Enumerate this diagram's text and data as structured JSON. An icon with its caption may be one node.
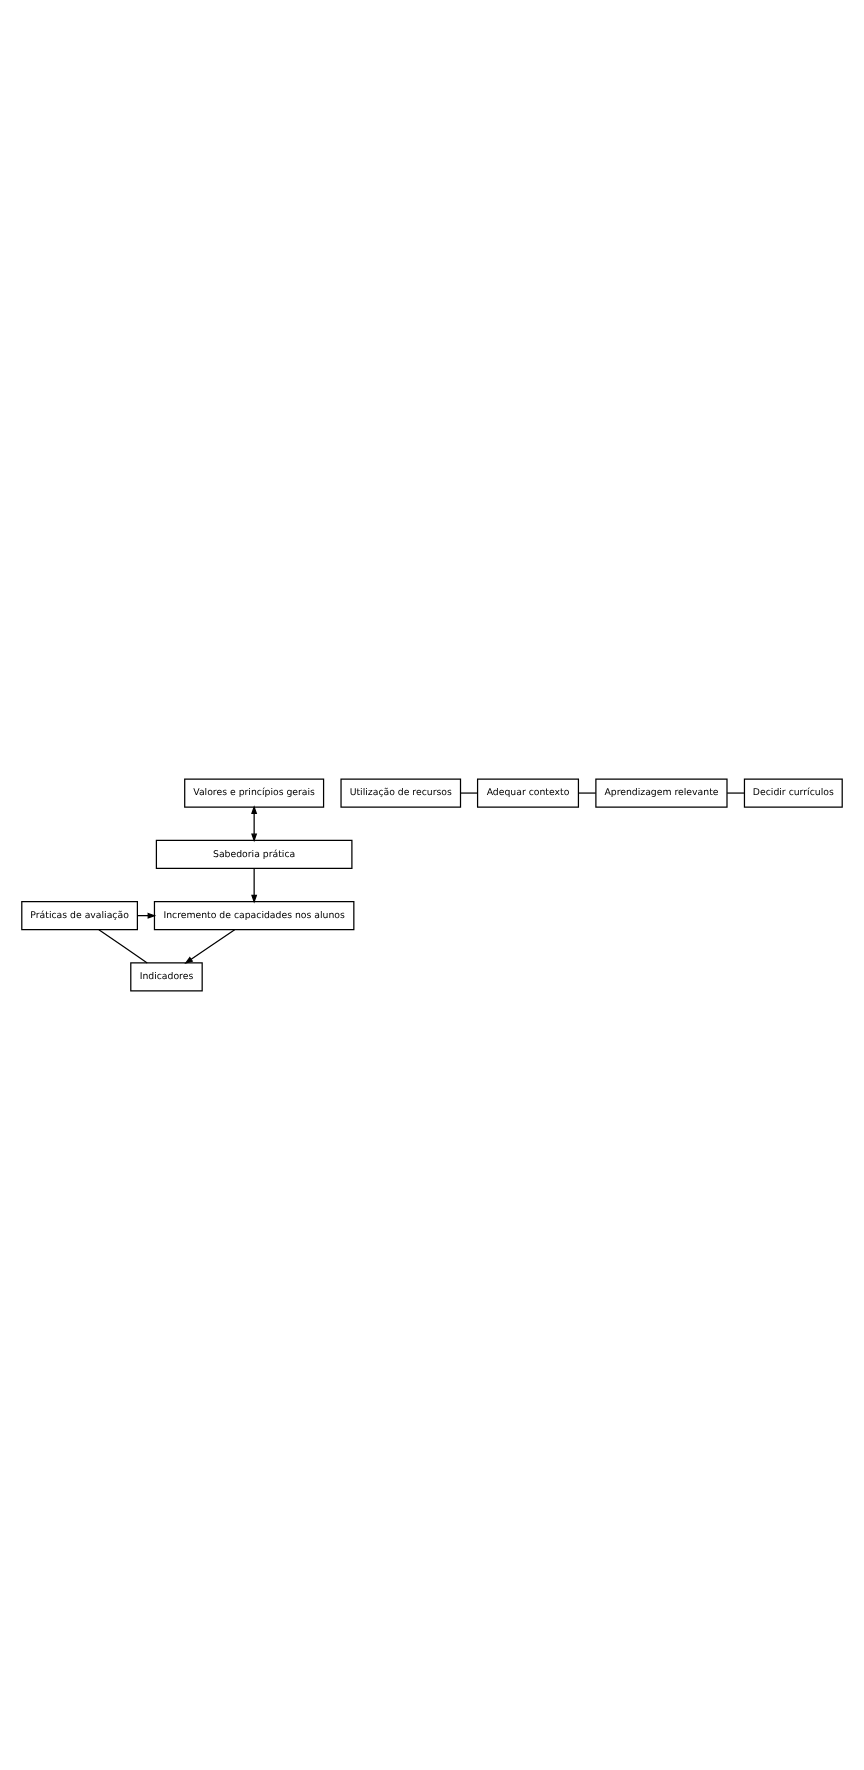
{
  "diagram": {
    "nodes": [
      {
        "text": [
          "Valores e princípios gerais"
        ]
      },
      {
        "text": [
          "Utilização de recursos"
        ]
      },
      {
        "text": [
          "Adequar contexto"
        ]
      },
      {
        "text": [
          "Aprendizagem relevante"
        ]
      },
      {
        "text": [
          "Decidir currículos"
        ]
      },
      {
        "text": [
          "Sabedoria prática"
        ]
      },
      {
        "text": [
          "Práticas de avaliação"
        ]
      },
      {
        "text": [
          "Incremento de capacidades nos alunos"
        ]
      },
      {
        "text": [
          "Indicadores"
        ]
      }
    ],
    "edges": [
      {
        "from": 0,
        "to": 5,
        "arrow": "both"
      },
      {
        "from": 1,
        "to": 2,
        "arrow": "none"
      },
      {
        "from": 2,
        "to": 3,
        "arrow": "none"
      },
      {
        "from": 3,
        "to": 4,
        "arrow": "none"
      },
      {
        "from": 5,
        "to": 7,
        "arrow": "to"
      },
      {
        "from": 6,
        "to": 7,
        "arrow": "to"
      },
      {
        "from": 7,
        "to": 8,
        "arrow": "to"
      },
      {
        "from": 6,
        "to": 8,
        "arrow": "none"
      }
    ]
  }
}
